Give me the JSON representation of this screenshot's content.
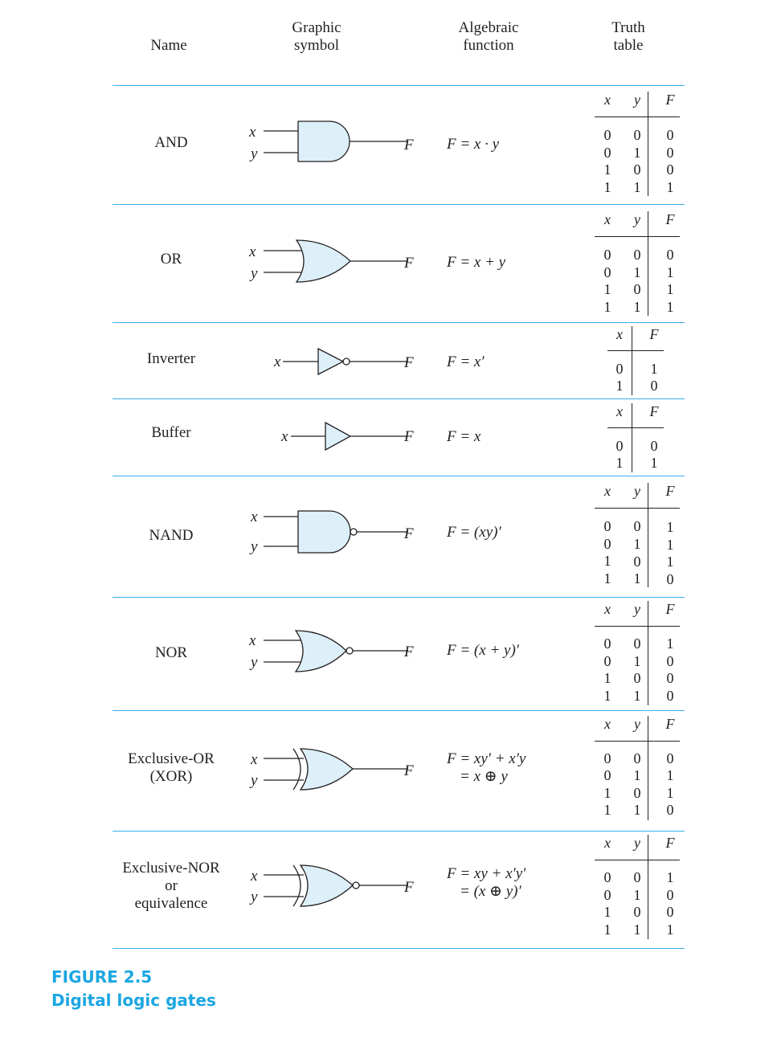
{
  "headers": {
    "name": "Name",
    "symbol_line1": "Graphic",
    "symbol_line2": "symbol",
    "function_line1": "Algebraic",
    "function_line2": "function",
    "table_line1": "Truth",
    "table_line2": "table"
  },
  "gates": [
    {
      "name_lines": [
        "AND"
      ],
      "input_x": "x",
      "input_y": "y",
      "output": "F",
      "function_lines": [
        "F = x · y"
      ],
      "truth": {
        "cols": [
          "x",
          "y",
          "F"
        ],
        "rows": [
          [
            "0",
            "0",
            "0"
          ],
          [
            "0",
            "1",
            "0"
          ],
          [
            "1",
            "0",
            "0"
          ],
          [
            "1",
            "1",
            "1"
          ]
        ]
      }
    },
    {
      "name_lines": [
        "OR"
      ],
      "input_x": "x",
      "input_y": "y",
      "output": "F",
      "function_lines": [
        "F = x + y"
      ],
      "truth": {
        "cols": [
          "x",
          "y",
          "F"
        ],
        "rows": [
          [
            "0",
            "0",
            "0"
          ],
          [
            "0",
            "1",
            "1"
          ],
          [
            "1",
            "0",
            "1"
          ],
          [
            "1",
            "1",
            "1"
          ]
        ]
      }
    },
    {
      "name_lines": [
        "Inverter"
      ],
      "input_x": "x",
      "output": "F",
      "function_lines": [
        "F = x′"
      ],
      "truth": {
        "cols": [
          "x",
          "F"
        ],
        "rows": [
          [
            "0",
            "1"
          ],
          [
            "1",
            "0"
          ]
        ]
      }
    },
    {
      "name_lines": [
        "Buffer"
      ],
      "input_x": "x",
      "output": "F",
      "function_lines": [
        "F = x"
      ],
      "truth": {
        "cols": [
          "x",
          "F"
        ],
        "rows": [
          [
            "0",
            "0"
          ],
          [
            "1",
            "1"
          ]
        ]
      }
    },
    {
      "name_lines": [
        "NAND"
      ],
      "input_x": "x",
      "input_y": "y",
      "output": "F",
      "function_lines": [
        "F = (xy)′"
      ],
      "truth": {
        "cols": [
          "x",
          "y",
          "F"
        ],
        "rows": [
          [
            "0",
            "0",
            "1"
          ],
          [
            "0",
            "1",
            "1"
          ],
          [
            "1",
            "0",
            "1"
          ],
          [
            "1",
            "1",
            "0"
          ]
        ]
      }
    },
    {
      "name_lines": [
        "NOR"
      ],
      "input_x": "x",
      "input_y": "y",
      "output": "F",
      "function_lines": [
        "F = (x + y)′"
      ],
      "truth": {
        "cols": [
          "x",
          "y",
          "F"
        ],
        "rows": [
          [
            "0",
            "0",
            "1"
          ],
          [
            "0",
            "1",
            "0"
          ],
          [
            "1",
            "0",
            "0"
          ],
          [
            "1",
            "1",
            "0"
          ]
        ]
      }
    },
    {
      "name_lines": [
        "Exclusive-OR",
        "(XOR)"
      ],
      "input_x": "x",
      "input_y": "y",
      "output": "F",
      "function_lines": [
        "F = xy′ + x′y",
        "= x ⊕ y"
      ],
      "truth": {
        "cols": [
          "x",
          "y",
          "F"
        ],
        "rows": [
          [
            "0",
            "0",
            "0"
          ],
          [
            "0",
            "1",
            "1"
          ],
          [
            "1",
            "0",
            "1"
          ],
          [
            "1",
            "1",
            "0"
          ]
        ]
      }
    },
    {
      "name_lines": [
        "Exclusive-NOR",
        "or",
        "equivalence"
      ],
      "input_x": "x",
      "input_y": "y",
      "output": "F",
      "function_lines": [
        "F = xy + x′y′",
        "= (x ⊕ y)′"
      ],
      "truth": {
        "cols": [
          "x",
          "y",
          "F"
        ],
        "rows": [
          [
            "0",
            "0",
            "1"
          ],
          [
            "0",
            "1",
            "0"
          ],
          [
            "1",
            "0",
            "0"
          ],
          [
            "1",
            "1",
            "1"
          ]
        ]
      }
    }
  ],
  "caption": {
    "figure": "FIGURE 2.5",
    "title": "Digital logic gates"
  },
  "colors": {
    "rule": "#3aaee8",
    "gate_fill": "#ddf0fa",
    "caption": "#1ba6e2",
    "ink": "#231f20"
  }
}
